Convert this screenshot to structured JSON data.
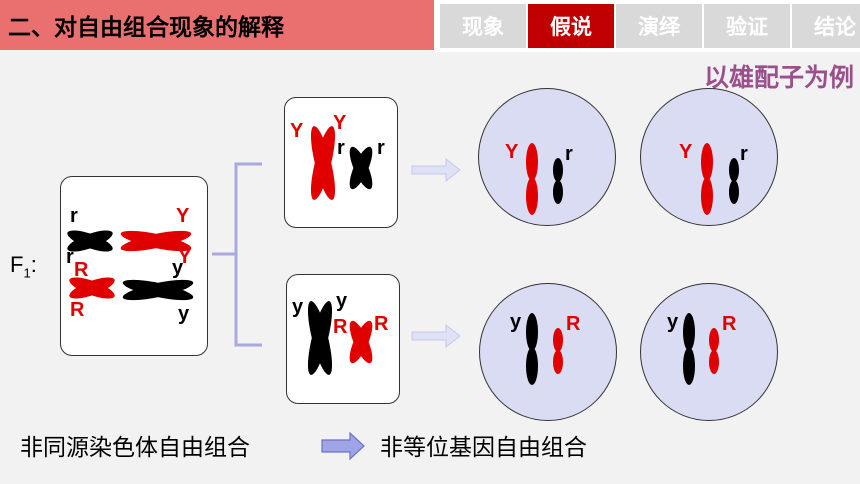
{
  "header": {
    "title": "二、对自由组合现象的解释",
    "tabs": [
      {
        "label": "现象",
        "active": false
      },
      {
        "label": "假说",
        "active": true
      },
      {
        "label": "演绎",
        "active": false
      },
      {
        "label": "验证",
        "active": false
      },
      {
        "label": "结论",
        "active": false
      }
    ]
  },
  "subtitle": "以雄配子为例",
  "f1": {
    "label": "F",
    "sub": "1",
    "colon": ":"
  },
  "parent_cell": {
    "labels": [
      "r",
      "Y",
      "r",
      "Y",
      "R",
      "y",
      "R",
      "y"
    ]
  },
  "upper_pair": {
    "labels": [
      "Y",
      "Y",
      "r",
      "r"
    ]
  },
  "lower_pair": {
    "labels": [
      "y",
      "y",
      "R",
      "R"
    ]
  },
  "gametes": [
    {
      "labels": [
        "Y",
        "r"
      ]
    },
    {
      "labels": [
        "Y",
        "r"
      ]
    },
    {
      "labels": [
        "y",
        "R"
      ]
    },
    {
      "labels": [
        "y",
        "R"
      ]
    }
  ],
  "bottom": {
    "left_text": "非同源染色体自由组合",
    "right_text": "非等位基因自由组合"
  },
  "colors": {
    "header": "#e9706f",
    "active_tab": "#c00000",
    "tab": "#d9d9d9",
    "red_chrom": "#e00000",
    "circle": "#dadcf3",
    "subtitle": "#9b4f8e"
  }
}
